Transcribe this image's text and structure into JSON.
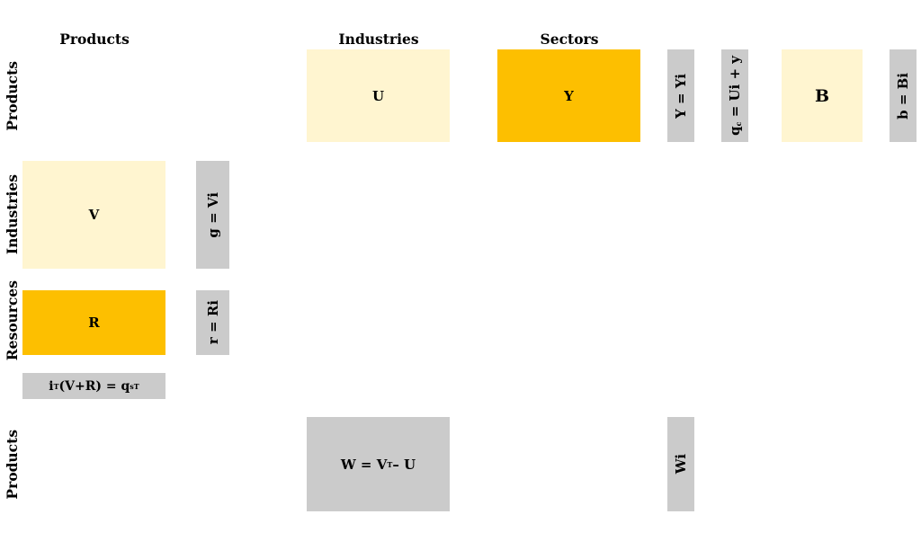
{
  "headers": {
    "products": "Products",
    "industries": "Industries",
    "sectors": "Sectors"
  },
  "row_labels": {
    "products_top": "Products",
    "industries": "Industries",
    "resources": "Resources",
    "products_bottom": "Products"
  },
  "matrices": {
    "U": "U",
    "Y": "Y",
    "B": "B",
    "V": "V",
    "R": "R"
  },
  "vectors": {
    "y_yi": "Y = Yi",
    "qc_prefix": "q",
    "qc_sub": "c",
    "qc_rest": " = Ui + y",
    "b_bi": "b = Bi",
    "g_vi": "g = Vi",
    "r_ri": "r = Ri",
    "qs_i": "i",
    "qs_t1": "T",
    "qs_mid": "(V+R) = q",
    "qs_sub": "s",
    "qs_t2": "T",
    "w_main": "W = V",
    "w_sup": "T",
    "w_end": " – U",
    "wi": "Wi"
  },
  "colors": {
    "light_yellow": "#fff5d0",
    "amber": "#fdbf00",
    "grey": "#cbcbcb"
  }
}
